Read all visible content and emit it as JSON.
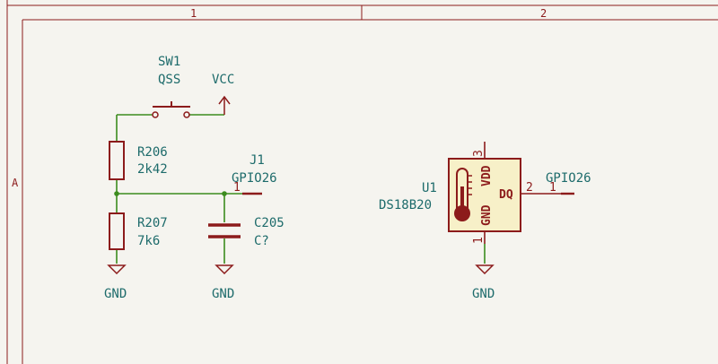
{
  "frame": {
    "columns": [
      "1",
      "2"
    ],
    "rows": [
      "A"
    ]
  },
  "sw1": {
    "ref": "SW1",
    "value": "QSS"
  },
  "power": {
    "vcc": "VCC",
    "gnd_left": "GND",
    "gnd_mid": "GND",
    "gnd_right": "GND"
  },
  "r206": {
    "ref": "R206",
    "value": "2k42"
  },
  "r207": {
    "ref": "R207",
    "value": "7k6"
  },
  "c205": {
    "ref": "C205",
    "value": "C?"
  },
  "j1": {
    "ref": "J1",
    "value": "GPIO26",
    "pin": "1"
  },
  "u1": {
    "ref": "U1",
    "value": "DS18B20",
    "pin_vdd_label": "VDD",
    "pin_gnd_label": "GND",
    "pin_dq_label": "DQ",
    "pin3": "3",
    "pin1": "1",
    "pin2": "2"
  },
  "label_right": {
    "text": "GPIO26",
    "pin": "1"
  },
  "colors": {
    "symbol": "#8c1b1b",
    "wire": "#3c8c1e",
    "text": "#1d6b6b",
    "symbol_fill": "#f7f0c8"
  }
}
